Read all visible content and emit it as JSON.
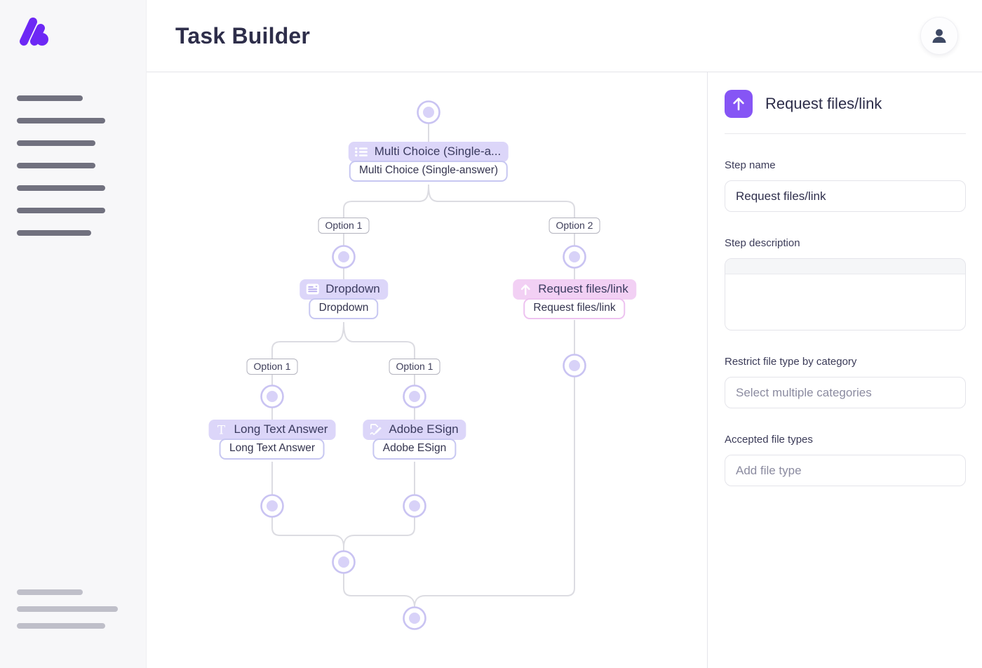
{
  "app": {
    "title": "Task Builder"
  },
  "colors": {
    "accent_purple": "#8655F5",
    "logo_purple": "#6D28F5",
    "node_lavender": "#DCD6F9",
    "node_selected_pink": "#F2D0F4",
    "connector_line": "#DCDCE2",
    "connector_dot_ring": "#C9C3F2",
    "connector_dot_fill": "#D8D2F8",
    "text_dark": "#2E2E4A"
  },
  "header": {
    "avatar_icon": "user-icon"
  },
  "flow": {
    "nodes": [
      {
        "icon": "list-icon",
        "variant": "lavender",
        "type_label": "Multi Choice (Single-a...",
        "name": "Multi Choice (Single-answer)"
      },
      {
        "icon": "dropdown-icon",
        "variant": "lavender",
        "type_label": "Dropdown",
        "name": "Dropdown"
      },
      {
        "icon": "upload-icon",
        "variant": "pink",
        "type_label": "Request files/link",
        "name": "Request files/link",
        "selected": true
      },
      {
        "icon": "text-icon",
        "variant": "lavender",
        "type_label": "Long Text Answer",
        "name": "Long Text Answer"
      },
      {
        "icon": "esign-icon",
        "variant": "lavender",
        "type_label": "Adobe ESign",
        "name": "Adobe ESign"
      }
    ],
    "branch_labels": [
      "Option 1",
      "Option 2",
      "Option 1",
      "Option 1"
    ]
  },
  "panel": {
    "icon": "upload-icon",
    "title": "Request files/link",
    "fields": {
      "step_name": {
        "label": "Step name",
        "value": "Request files/link"
      },
      "step_description": {
        "label": "Step description",
        "value": ""
      },
      "restrict_category": {
        "label": "Restrict file type by category",
        "placeholder": "Select multiple categories"
      },
      "accepted_types": {
        "label": "Accepted file types",
        "placeholder": "Add file type"
      }
    }
  }
}
